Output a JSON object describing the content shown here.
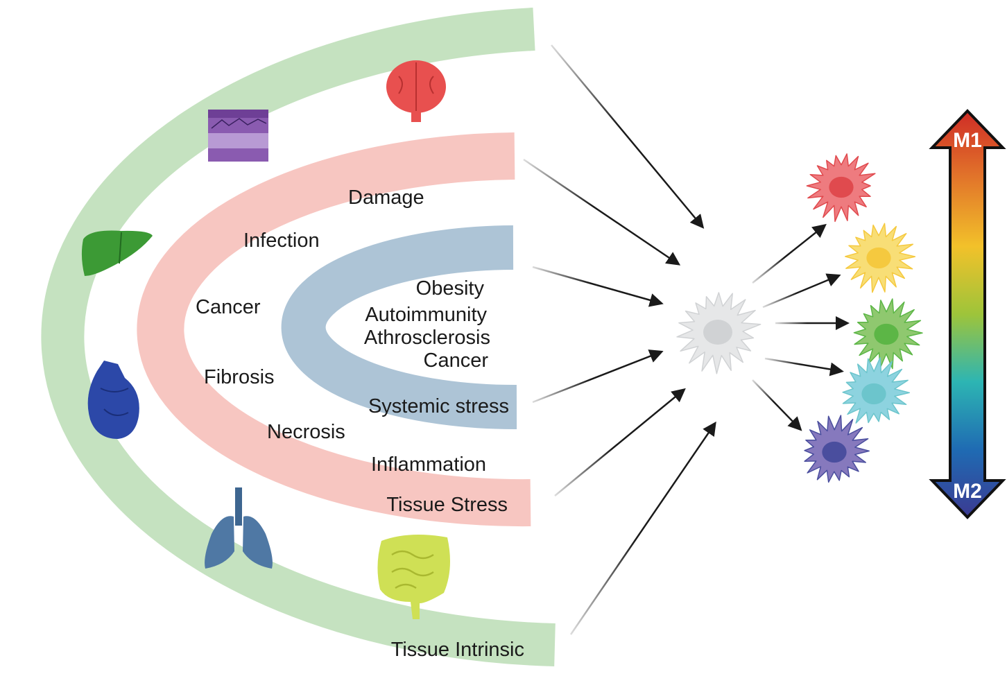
{
  "bands": {
    "tissue_intrinsic": {
      "label": "Tissue Intrinsic",
      "color": "#c5e2c0"
    },
    "tissue_stress": {
      "label": "Tissue Stress",
      "color": "#f7c6c1"
    },
    "systemic_stress": {
      "label": "Systemic stress",
      "color": "#adc4d6"
    }
  },
  "tissue_stress_items": [
    "Damage",
    "Infection",
    "Cancer",
    "Fibrosis",
    "Necrosis",
    "Inflammation"
  ],
  "systemic_stress_items": [
    "Obesity",
    "Autoimmunity",
    "Athrosclerosis",
    "Cancer"
  ],
  "organs": [
    {
      "icon": "brain-icon",
      "color": "#e8504f"
    },
    {
      "icon": "skin-icon",
      "color": "#8a5bb0"
    },
    {
      "icon": "liver-icon",
      "color": "#3c9a35"
    },
    {
      "icon": "heart-icon",
      "color": "#2c48a8"
    },
    {
      "icon": "lungs-icon",
      "color": "#4f78a4"
    },
    {
      "icon": "intestine-icon",
      "color": "#cfe055"
    }
  ],
  "macrophages": {
    "naive": {
      "color": "#e6e7e8",
      "nucleus": "#d0d2d4"
    },
    "polarized": [
      {
        "color": "#ee7b7f",
        "nucleus": "#e04a4e"
      },
      {
        "color": "#f8de76",
        "nucleus": "#f5c93f"
      },
      {
        "color": "#8fc86f",
        "nucleus": "#5cb646"
      },
      {
        "color": "#8dd3df",
        "nucleus": "#6cc5cc"
      },
      {
        "color": "#8679bd",
        "nucleus": "#4a4e9e"
      }
    ]
  },
  "spectrum": {
    "top_label": "M1",
    "bottom_label": "M2",
    "gradient": [
      "#cf2c26",
      "#e2762a",
      "#f2c12a",
      "#9ec43a",
      "#2db5b3",
      "#1f6bb3",
      "#3b3a92"
    ]
  }
}
